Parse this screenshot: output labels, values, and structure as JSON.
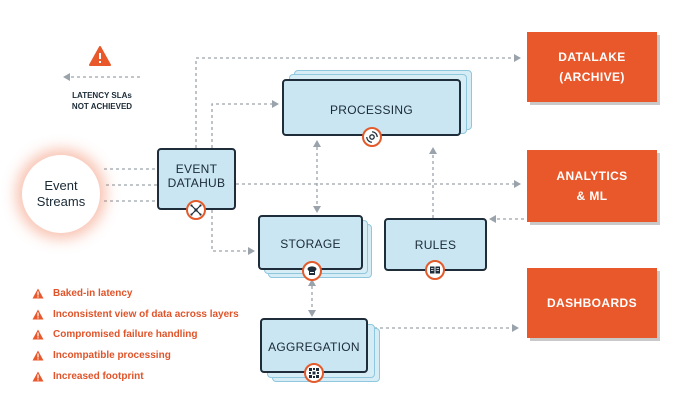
{
  "warning": {
    "lines": [
      "LATENCY SLAs",
      "NOT ACHIEVED"
    ],
    "accent_color": "#e9582b",
    "icon": "warning-icon"
  },
  "source": {
    "lines": [
      "Event",
      "Streams"
    ]
  },
  "nodes": {
    "event_datahub": {
      "lines": [
        "EVENT",
        "DATAHUB"
      ],
      "icon": "hub-icon"
    },
    "processing": {
      "label": "PROCESSING",
      "icon": "gear-cycle-icon"
    },
    "storage": {
      "label": "STORAGE",
      "icon": "database-cloud-icon"
    },
    "rules": {
      "label": "RULES",
      "icon": "rule-book-icon"
    },
    "aggregation": {
      "label": "AGGREGATION",
      "icon": "grid-aggregate-icon"
    }
  },
  "outputs": {
    "datalake": {
      "lines": [
        "DATALAKE",
        "(ARCHIVE)"
      ]
    },
    "analytics": {
      "lines": [
        "ANALYTICS",
        "& ML"
      ]
    },
    "dashboards": {
      "lines": [
        "DASHBOARDS"
      ]
    }
  },
  "issues": [
    "Baked-in latency",
    "Inconsistent view of data across layers",
    "Compromised failure handling",
    "Incompatible processing",
    "Increased footprint"
  ],
  "colors": {
    "node_fill": "#c9e6f2",
    "node_border": "#1f2d3a",
    "output_fill": "#e9582b",
    "connector": "#9aa3ab"
  }
}
